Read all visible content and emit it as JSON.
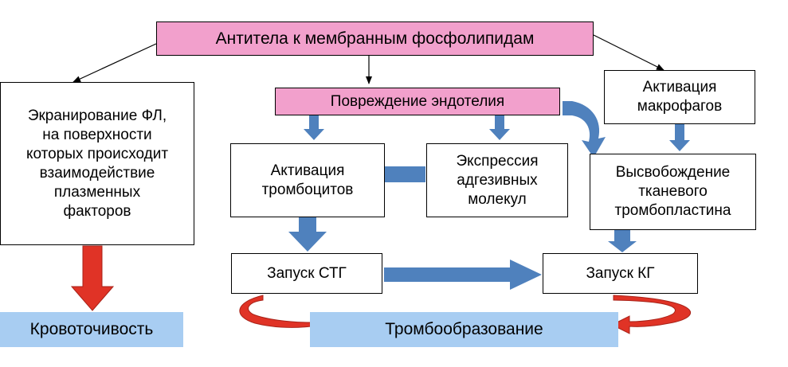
{
  "colors": {
    "pink_fill": "#f2a0cc",
    "outcome_fill": "#a8cdf2",
    "blue_arrow": "#4f81bd",
    "red_arrow": "#e03326"
  },
  "nodes": {
    "antibodies": "Антитела к мембранным фосфолипидам",
    "shielding": "Экранирование ФЛ,\nна поверхности\nкоторых происходит\nвзаимодействие\nплазменных\nфакторов",
    "endothelium_damage": "Повреждение эндотелия",
    "macrophage_activation": "Активация\nмакрофагов",
    "platelet_activation": "Активация\nтромбоцитов",
    "adhesion_expression": "Экспрессия\nадгезивных\nмолекул",
    "thromboplastin_release": "Высвобождение\nтканевого\nтромбопластина",
    "stg_launch": "Запуск СТГ",
    "kg_launch": "Запуск КГ",
    "bleeding": "Кровоточивость",
    "thrombosis": "Тромбообразование"
  }
}
